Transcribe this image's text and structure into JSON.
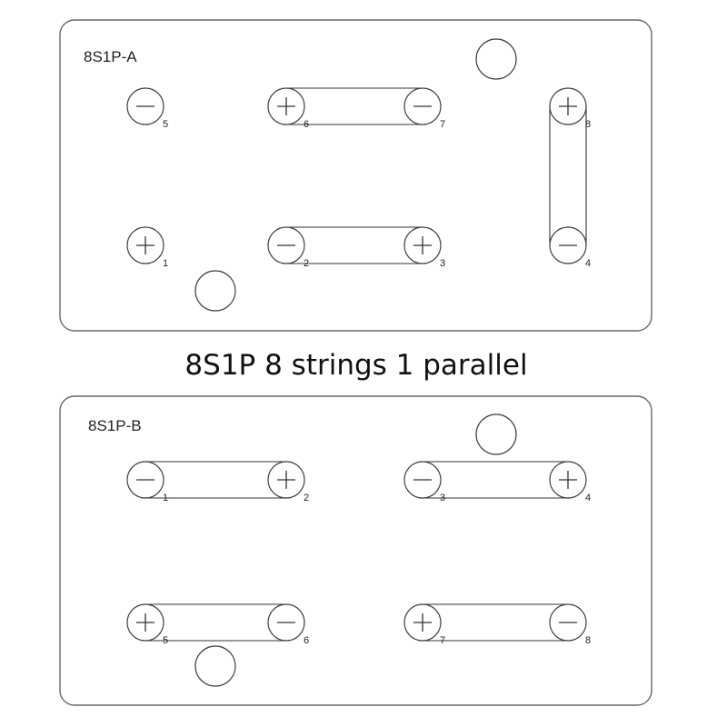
{
  "caption": "8S1P 8 strings 1 parallel",
  "board_a": {
    "label": "8S1P-A",
    "cells": [
      {
        "num": "5",
        "polarity": "-"
      },
      {
        "num": "6",
        "polarity": "+"
      },
      {
        "num": "7",
        "polarity": "-"
      },
      {
        "num": "8",
        "polarity": "+"
      },
      {
        "num": "1",
        "polarity": "+"
      },
      {
        "num": "2",
        "polarity": "-"
      },
      {
        "num": "3",
        "polarity": "+"
      },
      {
        "num": "4",
        "polarity": "-"
      }
    ]
  },
  "board_b": {
    "label": "8S1P-B",
    "cells": [
      {
        "num": "1",
        "polarity": "-"
      },
      {
        "num": "2",
        "polarity": "+"
      },
      {
        "num": "3",
        "polarity": "-"
      },
      {
        "num": "4",
        "polarity": "+"
      },
      {
        "num": "5",
        "polarity": "+"
      },
      {
        "num": "6",
        "polarity": "-"
      },
      {
        "num": "7",
        "polarity": "+"
      },
      {
        "num": "8",
        "polarity": "-"
      }
    ]
  }
}
